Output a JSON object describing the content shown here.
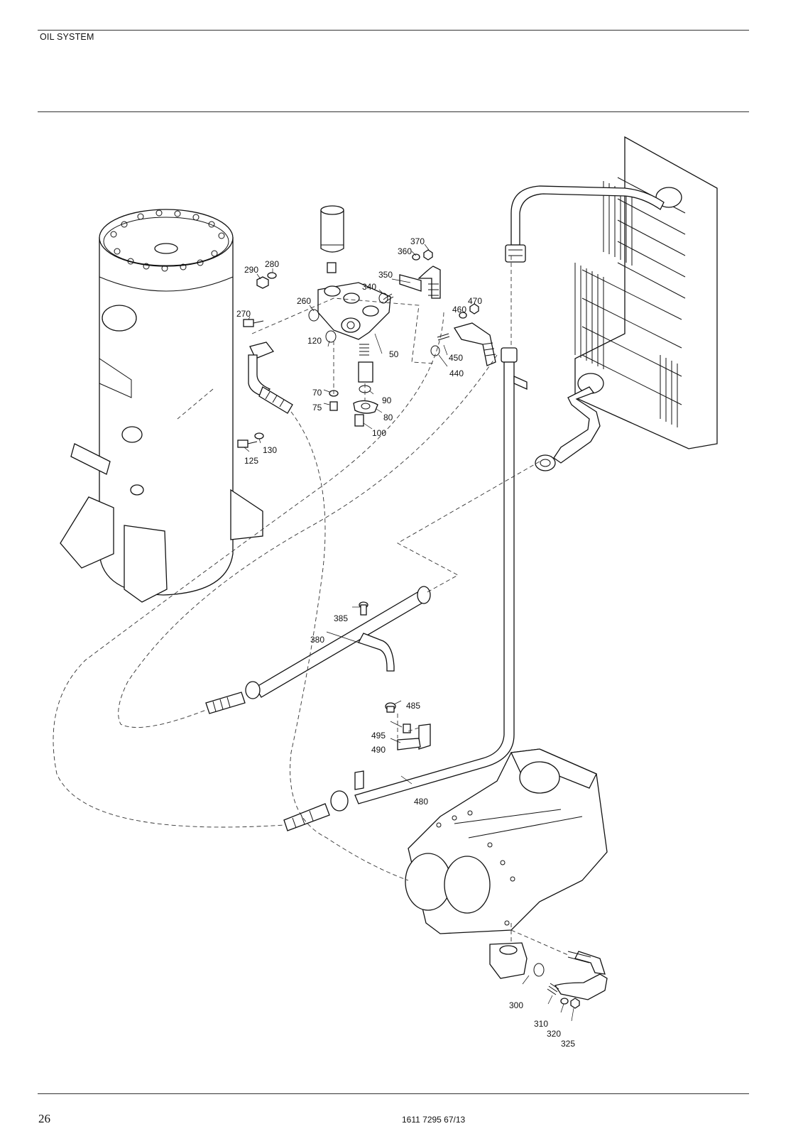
{
  "header": {
    "section_title": "OIL SYSTEM"
  },
  "footer": {
    "page_number": "26",
    "document_number": "1611 7295 67/13"
  },
  "diagram": {
    "callouts": [
      "370",
      "360",
      "280",
      "290",
      "350",
      "340",
      "260",
      "270",
      "470",
      "460",
      "120",
      "50",
      "450",
      "440",
      "70",
      "90",
      "75",
      "80",
      "100",
      "130",
      "125",
      "385",
      "380",
      "485",
      "495",
      "490",
      "480",
      "300",
      "310",
      "320",
      "325"
    ]
  }
}
